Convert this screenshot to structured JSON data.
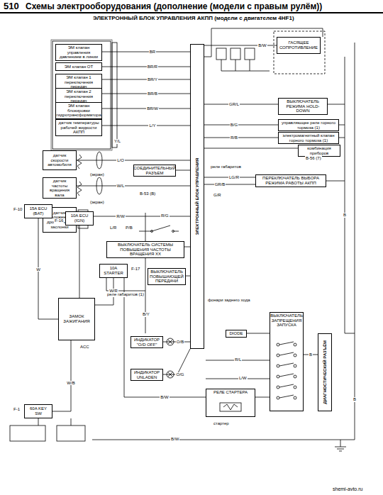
{
  "diagram": {
    "title": "Схемы электрооборудования (дополнение (модели с правым рулём))",
    "nodes": [
      {
        "text": [
          "ЭМ клапан управления давлением в линии"
        ]
      },
      {
        "text": [
          "ЭМ клапан ОТ"
        ]
      },
      {
        "text": [
          "ЭМ клапан 1 переключения передач"
        ]
      },
      {
        "text": [
          "ЭМ клапан 2 переключения передач"
        ]
      },
      {
        "text": [
          "ЭМ клапан блокировки гидротрансформатора"
        ]
      },
      {
        "text": [
          "датчик температуры рабочей жидкости АКПП"
        ]
      },
      {
        "text": [
          "датчик скорости автомобиля"
        ]
      },
      {
        "text": [
          "датчик частоты вращения вала"
        ]
      },
      {
        "text": [
          "датчик положения дроссельной заслонки"
        ]
      },
      {
        "text": [
          "СОЕДИНИТЕЛЬНЫЙ РАЗЪЕМ"
        ]
      },
      {
        "text": [
          "ЭЛЕКТРОННЫЙ БЛОК УПРАВЛЕНИЯ"
        ]
      },
      {
        "text": [
          "ГАСЯЩЕЕ СОПРОТИВЛЕНИЕ"
        ]
      },
      {
        "text": [
          "ВЫКЛЮЧАТЕЛЬ РЕЖИМА HOLD-DOWN"
        ]
      },
      {
        "text": [
          "управляющее реле горного тормоза (1)"
        ]
      },
      {
        "text": [
          "электромагнитный клапан горного тормоза (1)"
        ]
      },
      {
        "text": [
          "комбинация приборов"
        ]
      },
      {
        "text": [
          "ПЕРЕКЛЮЧАТЕЛЬ ВЫБОРА РЕЖИМА РАБОТЫ АКПП"
        ]
      },
      {
        "text": [
          "ВЫКЛЮЧАТЕЛЬ СИСТЕМЫ ПОВЫШЕНИЯ ЧАСТОТЫ ВРАЩЕНИЯ ХХ"
        ]
      },
      {
        "text": [
          "ЗАМОК ЗАЖИГАНИЯ"
        ]
      },
      {
        "text": [
          "ВЫКЛЮЧАТЕЛЬ ПОВЫШАЮЩЕЙ ПЕРЕДАЧИ"
        ]
      },
      {
        "text": [
          "ИНДИКАТОР \"O/D OFF\""
        ]
      },
      {
        "text": [
          "ИНДИКАТОР UNLADEN"
        ]
      },
      {
        "text": [
          "DIODE"
        ]
      },
      {
        "text": [
          "ВЫКЛЮЧАТЕЛЬ ЗАПРЕЩЕНИЯ ЗАПУСКА"
        ]
      },
      {
        "text": [
          "ДИАГНОСТИЧЕСКИЙ РАЗЪЁМ"
        ]
      },
      {
        "text": [
          "РЕЛЕ СТАРТЕРА"
        ]
      },
      {
        "text": [
          "15A ECU (BAT)"
        ]
      },
      {
        "text": [
          "10A ECU (IGN)"
        ]
      },
      {
        "text": [
          "10A STARTER"
        ]
      },
      {
        "text": [
          "60A KEY SW"
        ]
      }
    ],
    "edges": [
      {
        "from": 0,
        "to": 10,
        "arrow": "none",
        "label": "BR"
      },
      {
        "from": 1,
        "to": 10,
        "arrow": "none",
        "label": "BR/R"
      },
      {
        "from": 2,
        "to": 10,
        "arrow": "none",
        "label": "BR/Y"
      },
      {
        "from": 3,
        "to": 10,
        "arrow": "none",
        "label": "BR/B"
      },
      {
        "from": 4,
        "to": 10,
        "arrow": "none",
        "label": "BR/W"
      },
      {
        "from": 5,
        "to": 10,
        "arrow": "none",
        "label": "L/Y"
      },
      {
        "from": 6,
        "to": 10,
        "arrow": "none",
        "label": "L/O"
      },
      {
        "from": 7,
        "to": 10,
        "arrow": "none",
        "label": "W/L"
      },
      {
        "from": 8,
        "to": 10,
        "arrow": "none",
        "label": "R/W"
      },
      {
        "from": 9,
        "to": 10,
        "arrow": "none"
      },
      {
        "from": 11,
        "to": 10,
        "arrow": "none",
        "label": "B/W"
      },
      {
        "from": 12,
        "to": 10,
        "arrow": "none",
        "label": "GR/L"
      },
      {
        "from": 13,
        "to": 10,
        "arrow": "none",
        "label": "B/G"
      },
      {
        "from": 14,
        "to": 10,
        "arrow": "none",
        "label": "R/B"
      },
      {
        "from": 15,
        "to": 10,
        "arrow": "none"
      },
      {
        "from": 16,
        "to": 10,
        "arrow": "none",
        "label": "LG/R"
      },
      {
        "from": 16,
        "to": 10,
        "arrow": "none",
        "label": "GR/B"
      },
      {
        "from": 17,
        "to": 10,
        "arrow": "none"
      },
      {
        "from": 19,
        "to": 10,
        "arrow": "none"
      },
      {
        "from": 20,
        "to": 10,
        "arrow": "none",
        "label": "O/B"
      },
      {
        "from": 21,
        "to": 10,
        "arrow": "none",
        "label": "O/G"
      },
      {
        "from": 27,
        "to": 18,
        "arrow": "none"
      },
      {
        "from": 26,
        "to": 18,
        "arrow": "none",
        "label": "W"
      },
      {
        "from": 18,
        "to": 28,
        "arrow": "none",
        "label": "W/R"
      },
      {
        "from": 29,
        "to": 18,
        "arrow": "none",
        "label": "W/B"
      },
      {
        "from": 22,
        "to": 23,
        "arrow": "none"
      },
      {
        "from": 23,
        "to": 24,
        "arrow": "none",
        "label": "B"
      },
      {
        "from": 25,
        "to": 23,
        "arrow": "none"
      },
      {
        "from": 28,
        "to": 25,
        "arrow": "none",
        "label": "B/W"
      }
    ],
    "labels": [
      "510",
      "ЭЛЕКТРОННЫЙ БЛОК УПРАВЛЕНИЯ АКПП (модели с двигателем 4HF1)",
      "(экран)",
      "(экран)",
      "B-53 (B)",
      "реле габаритов",
      "фонари заднего хода",
      "стартер",
      "B-56 (7)",
      "F-10",
      "F-16",
      "F-17",
      "F-1",
      "реле габаритов (1)",
      "B/Y",
      "R/G",
      "L/R",
      "P/B",
      "B/W",
      "R/L",
      "L/W",
      "Y/L",
      "shemi-avto.ru",
      "ACC",
      "G/R",
      "B",
      "B"
    ]
  }
}
